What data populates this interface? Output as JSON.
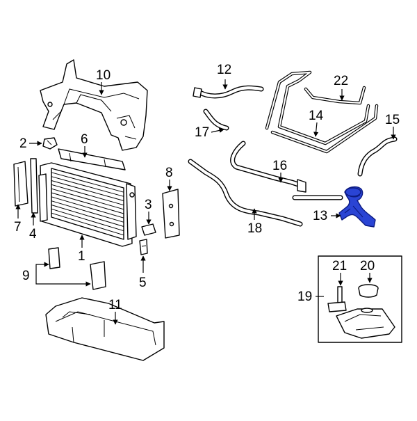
{
  "callouts": {
    "c1": "1",
    "c2": "2",
    "c3": "3",
    "c4": "4",
    "c5": "5",
    "c6": "6",
    "c7": "7",
    "c8": "8",
    "c9": "9",
    "c10": "10",
    "c11": "11",
    "c12": "12",
    "c13": "13",
    "c14": "14",
    "c15": "15",
    "c16": "16",
    "c17": "17",
    "c18": "18",
    "c19": "19",
    "c20": "20",
    "c21": "21",
    "c22": "22"
  },
  "colors": {
    "highlight": "#2a44d4",
    "line": "#000000"
  },
  "highlighted_part": "13"
}
